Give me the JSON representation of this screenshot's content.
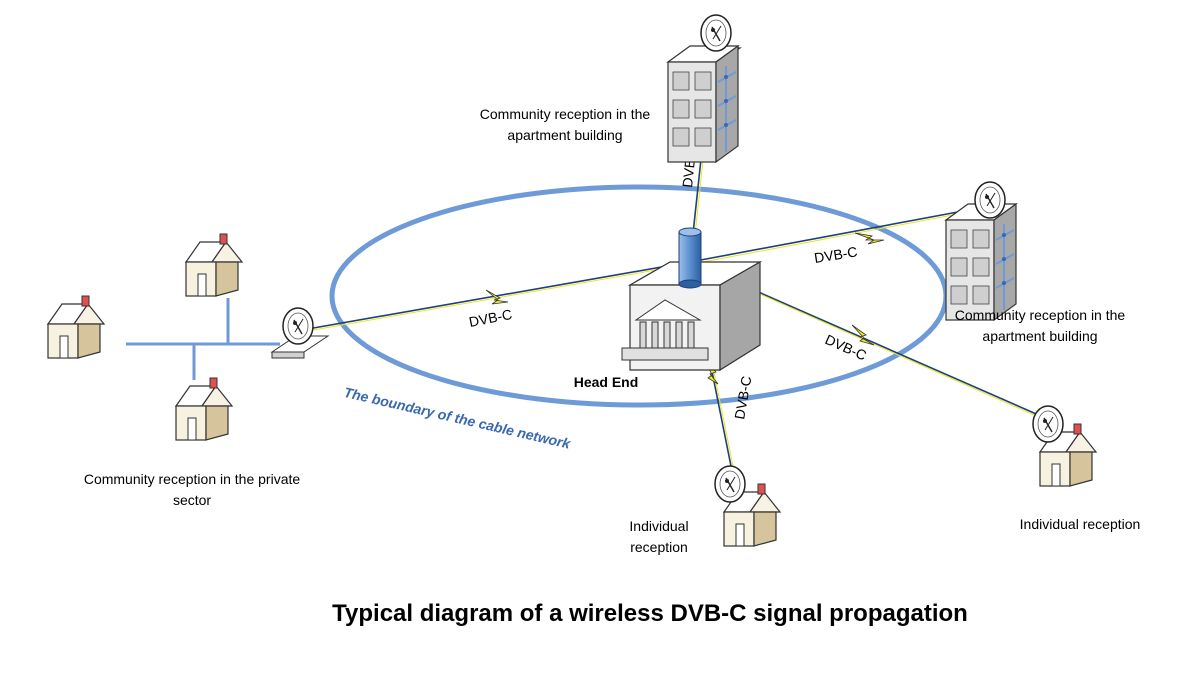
{
  "title": "Typical diagram of a wireless DVB-C signal propagation",
  "head_end_label": "Head End",
  "boundary_label": "The boundary of the cable network",
  "signal_label": "DVB-C",
  "nodes": {
    "apartment_top": "Community reception in the apartment building",
    "apartment_right": "Community reception in the apartment building",
    "private_sector": "Community reception in the private sector",
    "individual_bottom": "Individual reception",
    "individual_right": "Individual reception"
  },
  "colors": {
    "boundary": "#6f9ad8",
    "link": "#1f3f7a",
    "lightning": "#f0f020",
    "house_wall": "#f4eddc",
    "roof": "#ffffff",
    "chimney": "#e05050"
  }
}
